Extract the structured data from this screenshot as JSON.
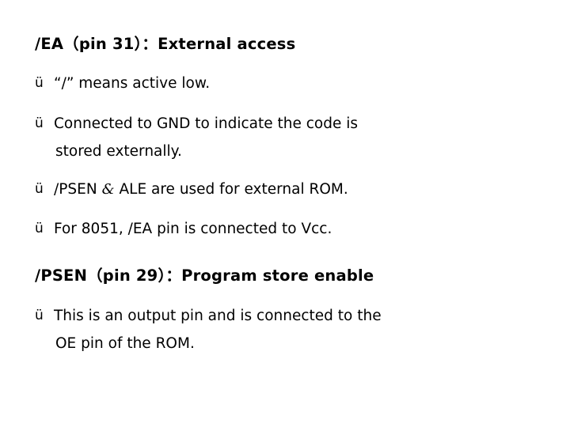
{
  "slide": {
    "heading_1": "/EA（pin 31）：External access",
    "bullets_1": [
      {
        "mark": "ü",
        "text": "“/” means active low."
      },
      {
        "mark": "ü",
        "text": "Connected to GND to indicate the code is"
      }
    ],
    "continuation_1": "stored externally.",
    "bullets_2": [
      {
        "mark": "ü",
        "text_before": "/PSEN",
        "amp": "&",
        "text_after": "ALE are used for external ROM."
      },
      {
        "mark": "ü",
        "text": "For 8051, /EA pin is connected to Vcc."
      }
    ],
    "heading_2": "/PSEN（pin 29）：Program store enable",
    "bullets_3": [
      {
        "mark": "ü",
        "text": "This is an output pin and is connected to the"
      }
    ],
    "continuation_2": "OE pin of the ROM."
  }
}
